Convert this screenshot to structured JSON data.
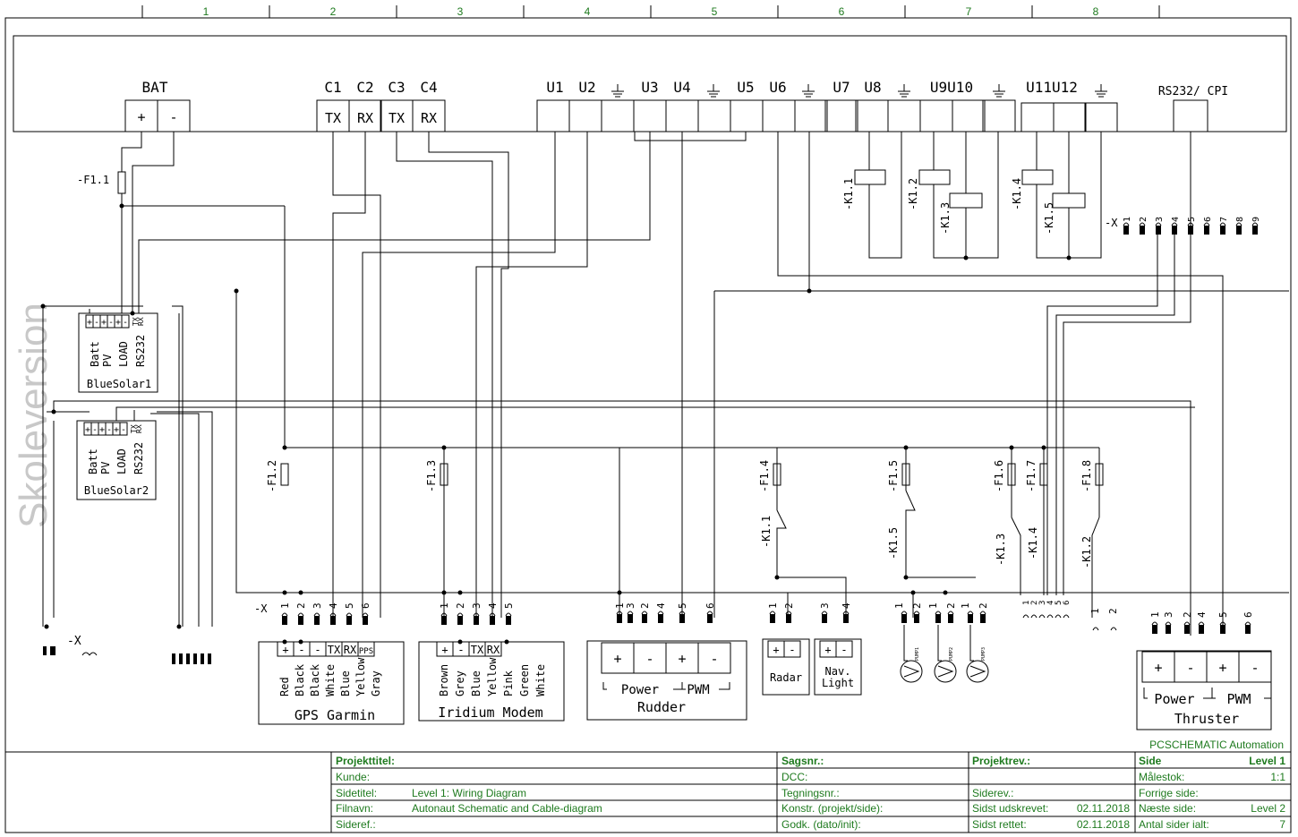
{
  "column_numbers": [
    "1",
    "2",
    "3",
    "4",
    "5",
    "6",
    "7",
    "8"
  ],
  "watermark": "Skoleversion",
  "controller": {
    "bat": "BAT",
    "bat_plus": "+",
    "bat_minus": "-",
    "com_ports": [
      "C1",
      "C2",
      "C3",
      "C4"
    ],
    "com_pins": [
      "TX",
      "RX",
      "TX",
      "RX"
    ],
    "outputs": [
      "U1",
      "U2",
      "U3",
      "U4",
      "U5",
      "U6",
      "U7",
      "U8",
      "U9U10",
      "U11U12"
    ],
    "rs232": "RS232/ CPI"
  },
  "fuses": [
    "-F1.1",
    "-F1.2",
    "-F1.3",
    "-F1.4",
    "-F1.5",
    "-F1.6",
    "-F1.7",
    "-F1.8"
  ],
  "relays": [
    "-K1.1",
    "-K1.2",
    "-K1.3",
    "-K1.4",
    "-K1.5"
  ],
  "relay_contacts": [
    "-K1.1",
    "-K1.5",
    "-K1.3",
    "-K1.4",
    "-K1.2"
  ],
  "terminal_label": "-X",
  "terminal_numbers_top": [
    "1",
    "2",
    "3",
    "4",
    "5",
    "6",
    "7",
    "8",
    "9"
  ],
  "bluesolar1": {
    "name": "BlueSolar1",
    "pins": [
      "Batt",
      "PV",
      "LOAD",
      "RS232"
    ],
    "rxtx": [
      "TX",
      "RX"
    ]
  },
  "bluesolar2": {
    "name": "BlueSolar2",
    "pins": [
      "Batt",
      "PV",
      "LOAD",
      "RS232"
    ],
    "rxtx": [
      "TX",
      "RX"
    ]
  },
  "gps": {
    "name": "GPS Garmin",
    "pins": [
      "+",
      "-",
      "-",
      "TX",
      "RX",
      "PPS"
    ],
    "wires": [
      "Red",
      "Black",
      "Black",
      "White",
      "Blue",
      "Yellow",
      "Gray"
    ],
    "terms": [
      "1",
      "2",
      "3",
      "4",
      "5",
      "6"
    ]
  },
  "iridium": {
    "name": "Iridium Modem",
    "pins": [
      "+",
      "-",
      "TX",
      "RX"
    ],
    "wires": [
      "Brown",
      "Grey",
      "Blue",
      "Yellow",
      "Pink",
      "Green",
      "White"
    ],
    "terms": [
      "1",
      "2",
      "3",
      "4",
      "5"
    ]
  },
  "rudder": {
    "name": "Rudder",
    "pins": [
      "+",
      "-",
      "+",
      "-"
    ],
    "groups": [
      "Power",
      "PWM"
    ],
    "terms": [
      "1",
      "3",
      "2",
      "4",
      "5",
      "6"
    ]
  },
  "radar": {
    "name": "Radar",
    "pins": [
      "+",
      "-"
    ],
    "terms": [
      "1",
      "2"
    ]
  },
  "navlight": {
    "name": "Nav.\nLight",
    "line1": "Nav.",
    "line2": "Light",
    "pins": [
      "+",
      "-"
    ],
    "terms": [
      "3",
      "4"
    ]
  },
  "pumps": [
    "PUMP1",
    "PUMP2",
    "PUMP3"
  ],
  "thruster": {
    "name": "Thruster",
    "pins": [
      "+",
      "-",
      "+",
      "-"
    ],
    "groups": [
      "Power",
      "PWM"
    ],
    "terms": [
      "1",
      "3",
      "2",
      "4",
      "5",
      "6"
    ]
  },
  "title_block": {
    "brand": "PCSCHEMATIC Automation",
    "projekttitel": "Projekttitel:",
    "kunde": "Kunde:",
    "sidetitel_label": "Sidetitel:",
    "sidetitel_value": "Level 1: Wiring Diagram",
    "filnavn_label": "Filnavn:",
    "filnavn_value": "Autonaut Schematic and Cable-diagram",
    "sideref": "Sideref.:",
    "sagsnr": "Sagsnr.:",
    "dcc": "DCC:",
    "tegningsnr": "Tegningsnr.:",
    "konstr": "Konstr. (projekt/side):",
    "godk": "Godk. (dato/init):",
    "projektrev": "Projektrev.:",
    "siderev": "Siderev.:",
    "sidst_udskrevet_label": "Sidst udskrevet:",
    "sidst_udskrevet_value": "02.11.2018",
    "sidst_rettet_label": "Sidst rettet:",
    "sidst_rettet_value": "02.11.2018",
    "side_label": "Side",
    "side_value": "Level 1",
    "malestok_label": "Målestok:",
    "malestok_value": "1:1",
    "forrige_side": "Forrige side:",
    "naeste_side_label": "Næste side:",
    "naeste_side_value": "Level 2",
    "antal_sider_label": "Antal sider ialt:",
    "antal_sider_value": "7"
  }
}
